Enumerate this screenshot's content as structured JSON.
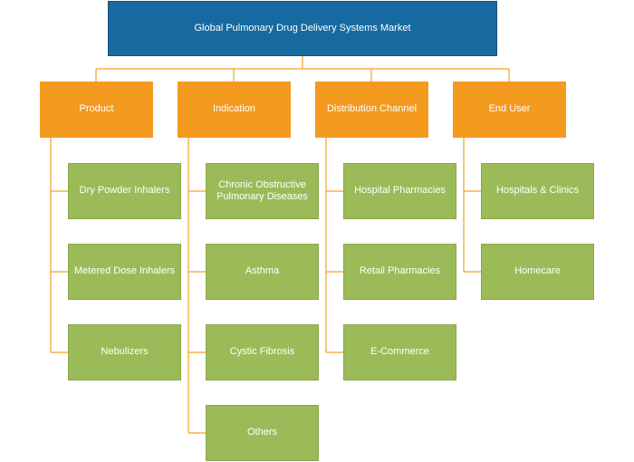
{
  "title": "Global Pulmonary Drug Delivery Systems Market",
  "colors": {
    "root": "#166aa0",
    "category": "#f49a1f",
    "leaf": "#9bbb59",
    "connector": "#f5a020",
    "text": "#ffffff"
  },
  "categories": [
    {
      "label": "Product",
      "items": [
        "Dry Powder Inhalers",
        "Metered Dose Inhalers",
        "Nebulizers"
      ]
    },
    {
      "label": "Indication",
      "items": [
        "Chronic Obstructive\nPulmonary Diseases",
        "Asthma",
        "Cystic Fibrosis",
        "Others"
      ]
    },
    {
      "label": "Distribution Channel",
      "items": [
        "Hospital Pharmacies",
        "Retail Pharmacies",
        "E-Commerce"
      ]
    },
    {
      "label": "End User",
      "items": [
        "Hospitals & Clinics",
        "Homecare"
      ]
    }
  ]
}
